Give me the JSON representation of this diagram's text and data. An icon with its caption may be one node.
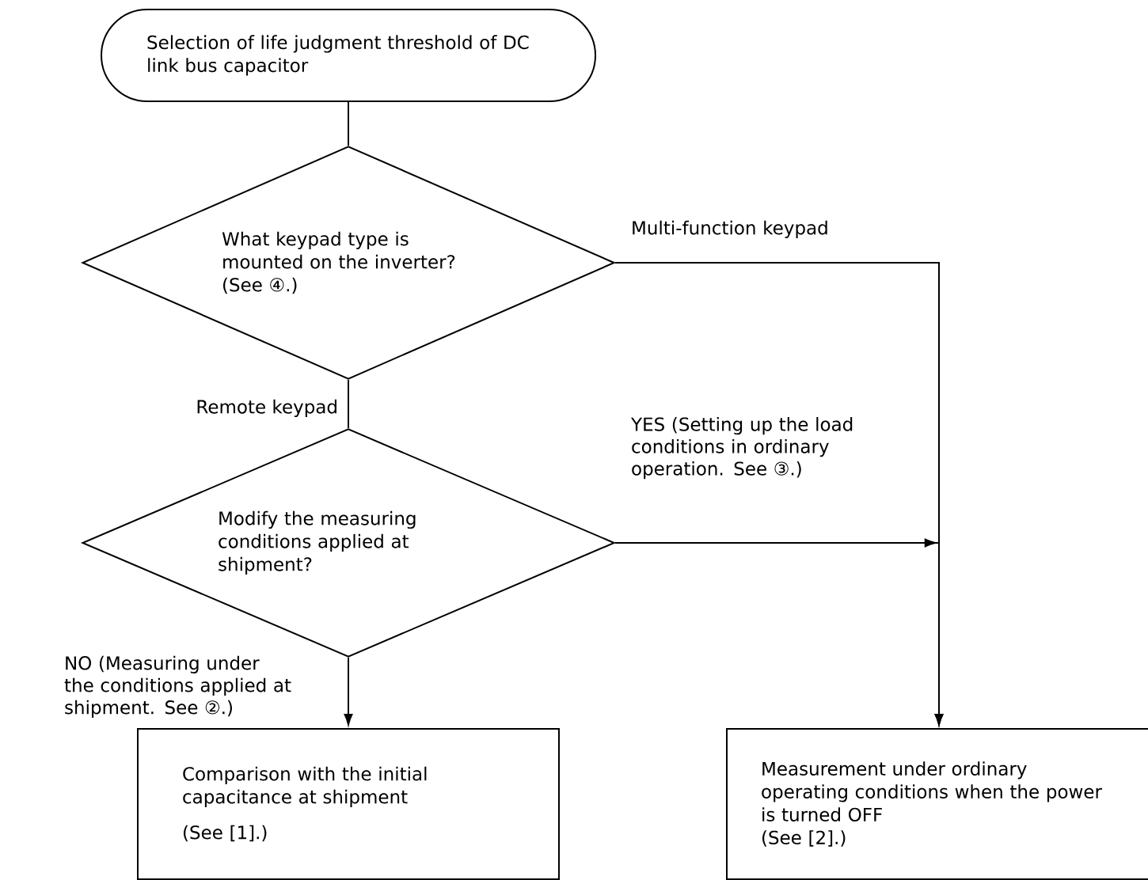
{
  "diagram": {
    "nodes": [
      {
        "text": [
          "Selection of life judgment threshold of DC link bus capacitor"
        ]
      },
      {
        "text": [
          "What keypad type is mounted on the inverter? (See ④.)"
        ]
      },
      {
        "text": [
          "Modify the measuring conditions applied at shipment?"
        ]
      },
      {
        "text": [
          "Comparison with the initial capacitance at shipment",
          "(See [1].)"
        ]
      },
      {
        "text": [
          "Measurement under ordinary operating conditions when the power is turned OFF",
          "(See [2].)"
        ]
      }
    ],
    "edges": [
      {
        "from": 0,
        "to": 1,
        "arrow": "none"
      },
      {
        "from": 1,
        "to": 4,
        "arrow": "to",
        "label": "Multi-function keypad"
      },
      {
        "from": 1,
        "to": 2,
        "arrow": "none",
        "label": "Remote keypad"
      },
      {
        "from": 2,
        "to": 4,
        "arrow": "to",
        "label": "YES (Setting up the load conditions in ordinary operation. See ③.)"
      },
      {
        "from": 2,
        "to": 3,
        "arrow": "to",
        "label": "NO (Measuring under the conditions applied at shipment. See ②.)"
      }
    ]
  }
}
